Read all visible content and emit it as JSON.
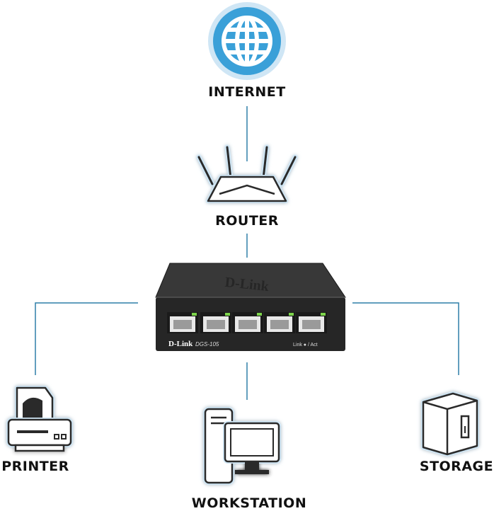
{
  "colors": {
    "line": "#2f7fa8",
    "globe": "#3aa0d8",
    "icon_glow": "#cfe6f5",
    "switch_body": "#2a2a2a",
    "port_led": "#7cd34a"
  },
  "nodes": {
    "internet": {
      "label": "INTERNET",
      "icon": "globe-icon"
    },
    "router": {
      "label": "ROUTER",
      "icon": "router-icon"
    },
    "printer": {
      "label": "PRINTER",
      "icon": "printer-icon"
    },
    "workstation": {
      "label": "WORKSTATION",
      "icon": "workstation-icon"
    },
    "storage": {
      "label": "STORAGE",
      "icon": "storage-icon"
    }
  },
  "switch": {
    "brand_top": "D-Link",
    "brand_front": "D-Link",
    "model": "DGS-105",
    "status": "Link ● / Act"
  }
}
